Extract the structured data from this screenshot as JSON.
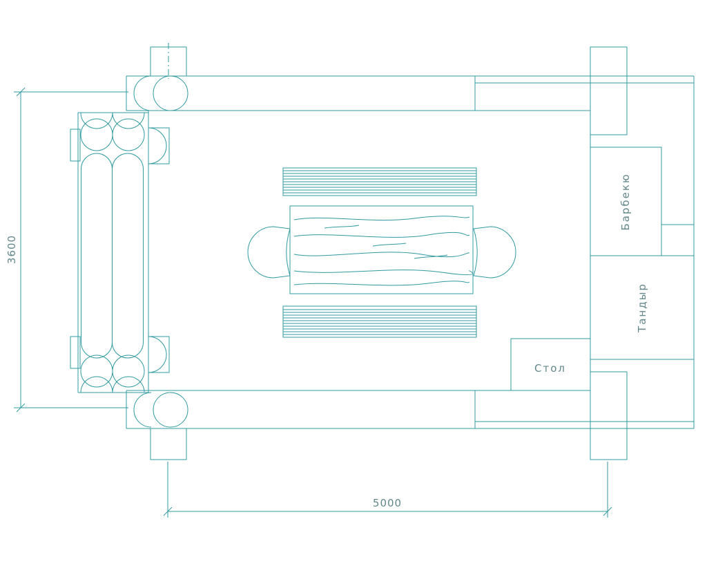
{
  "drawing": {
    "type": "cad-floor-plan",
    "labels": {
      "barbecue": "Барбекю",
      "tandoor": "Тандыр",
      "table": "Стол"
    },
    "dimensions": {
      "vertical": "3600",
      "horizontal": "5000"
    },
    "colors": {
      "line": "#2f9aa0",
      "text": "#63878a",
      "background": "#ffffff"
    }
  }
}
